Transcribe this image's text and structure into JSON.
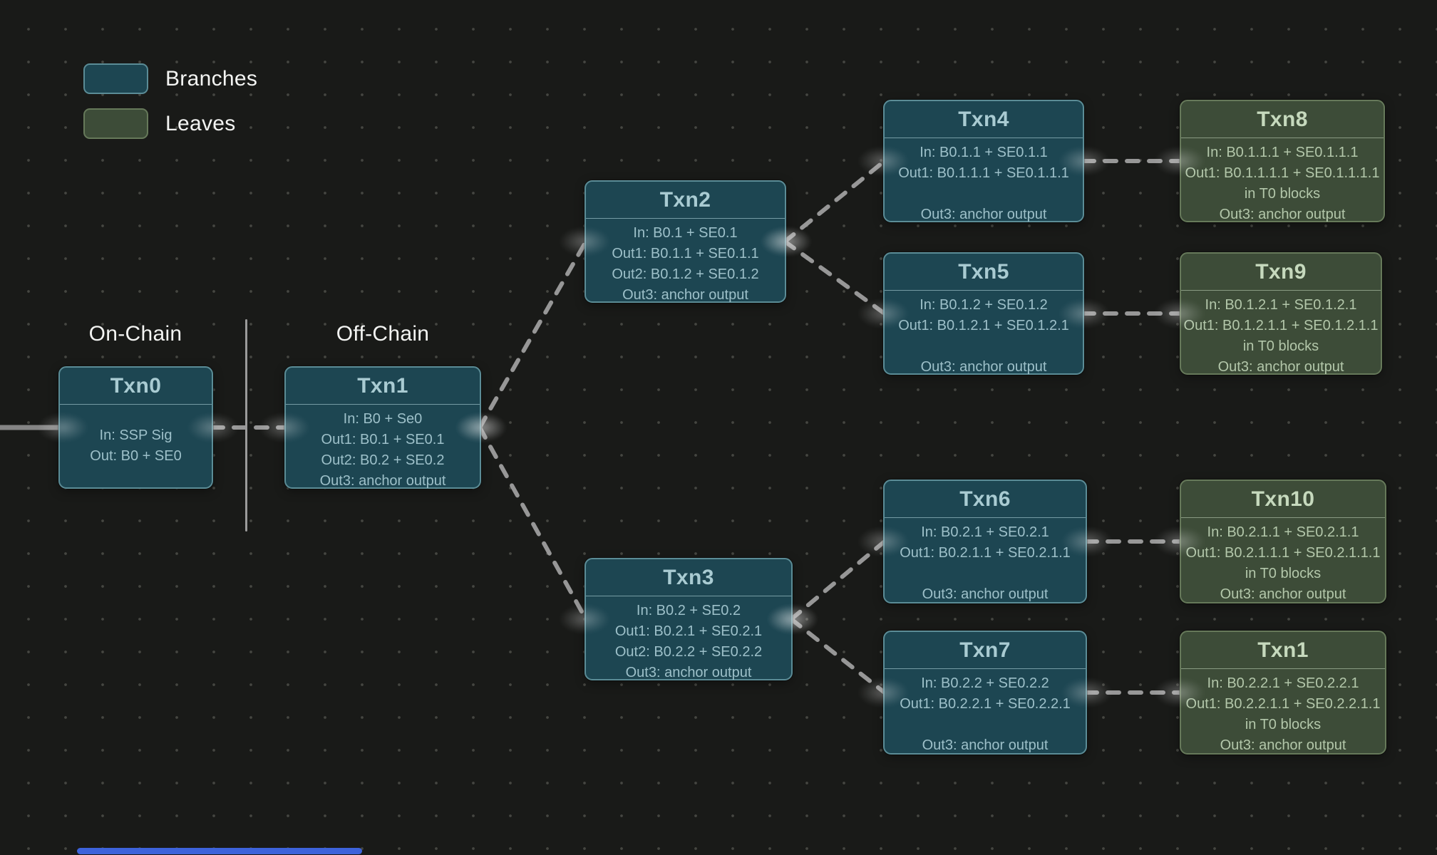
{
  "legend": {
    "items": [
      {
        "id": "branches",
        "label": "Branches",
        "fill": "#1d4652",
        "border": "#5b8c96"
      },
      {
        "id": "leaves",
        "label": "Leaves",
        "fill": "#3d4c38",
        "border": "#66795a"
      }
    ]
  },
  "sections": {
    "onchain_label": "On-Chain",
    "offchain_label": "Off-Chain"
  },
  "nodes": [
    {
      "id": "txn0",
      "type": "branch",
      "title": "Txn0",
      "lines": [
        "In: SSP Sig",
        "Out: B0 + SE0"
      ]
    },
    {
      "id": "txn1",
      "type": "branch",
      "title": "Txn1",
      "lines": [
        "In: B0 + Se0",
        "Out1: B0.1 + SE0.1",
        "Out2: B0.2 + SE0.2",
        "Out3: anchor output"
      ]
    },
    {
      "id": "txn2",
      "type": "branch",
      "title": "Txn2",
      "lines": [
        "In: B0.1 + SE0.1",
        "Out1: B0.1.1 + SE0.1.1",
        "Out2: B0.1.2 + SE0.1.2",
        "Out3: anchor output"
      ]
    },
    {
      "id": "txn3",
      "type": "branch",
      "title": "Txn3",
      "lines": [
        "In: B0.2 + SE0.2",
        "Out1: B0.2.1 + SE0.2.1",
        "Out2: B0.2.2 + SE0.2.2",
        "Out3: anchor output"
      ]
    },
    {
      "id": "txn4",
      "type": "branch",
      "title": "Txn4",
      "lines": [
        "In: B0.1.1 + SE0.1.1",
        "Out1: B0.1.1.1 + SE0.1.1.1",
        "",
        "Out3: anchor output"
      ]
    },
    {
      "id": "txn5",
      "type": "branch",
      "title": "Txn5",
      "lines": [
        "In: B0.1.2 + SE0.1.2",
        "Out1: B0.1.2.1 + SE0.1.2.1",
        "",
        "Out3: anchor output"
      ]
    },
    {
      "id": "txn6",
      "type": "branch",
      "title": "Txn6",
      "lines": [
        "In: B0.2.1 + SE0.2.1",
        "Out1: B0.2.1.1 + SE0.2.1.1",
        "",
        "Out3: anchor output"
      ]
    },
    {
      "id": "txn7",
      "type": "branch",
      "title": "Txn7",
      "lines": [
        "In: B0.2.2 + SE0.2.2",
        "Out1: B0.2.2.1 + SE0.2.2.1",
        "",
        "Out3: anchor output"
      ]
    },
    {
      "id": "txn8",
      "type": "leaf",
      "title": "Txn8",
      "lines": [
        "In: B0.1.1.1 + SE0.1.1.1",
        "Out1: B0.1.1.1.1 + SE0.1.1.1.1",
        "in T0 blocks",
        "Out3: anchor output"
      ]
    },
    {
      "id": "txn9",
      "type": "leaf",
      "title": "Txn9",
      "lines": [
        "In: B0.1.2.1 + SE0.1.2.1",
        "Out1: B0.1.2.1.1 + SE0.1.2.1.1",
        "in T0 blocks",
        "Out3: anchor output"
      ]
    },
    {
      "id": "txn10",
      "type": "leaf",
      "title": "Txn10",
      "lines": [
        "In: B0.2.1.1 + SE0.2.1.1",
        "Out1: B0.2.1.1.1 + SE0.2.1.1.1",
        "in T0 blocks",
        "Out3: anchor output"
      ]
    },
    {
      "id": "txn11",
      "type": "leaf",
      "title": "Txn1",
      "lines": [
        "In: B0.2.2.1 + SE0.2.2.1",
        "Out1: B0.2.2.1.1 + SE0.2.2.1.1",
        "in T0 blocks",
        "Out3: anchor output"
      ]
    }
  ],
  "edges": [
    [
      "txn0",
      "txn1"
    ],
    [
      "txn1",
      "txn2"
    ],
    [
      "txn1",
      "txn3"
    ],
    [
      "txn2",
      "txn4"
    ],
    [
      "txn2",
      "txn5"
    ],
    [
      "txn3",
      "txn6"
    ],
    [
      "txn3",
      "txn7"
    ],
    [
      "txn4",
      "txn8"
    ],
    [
      "txn5",
      "txn9"
    ],
    [
      "txn6",
      "txn10"
    ],
    [
      "txn7",
      "txn11"
    ]
  ],
  "colors": {
    "background": "#191a18",
    "branch_fill": "#1d4652",
    "branch_border": "#5b8c96",
    "leaf_fill": "#3d4c38",
    "leaf_border": "#66795a",
    "connector": "#a2a2a2",
    "scrollbar": "#3d63db"
  }
}
